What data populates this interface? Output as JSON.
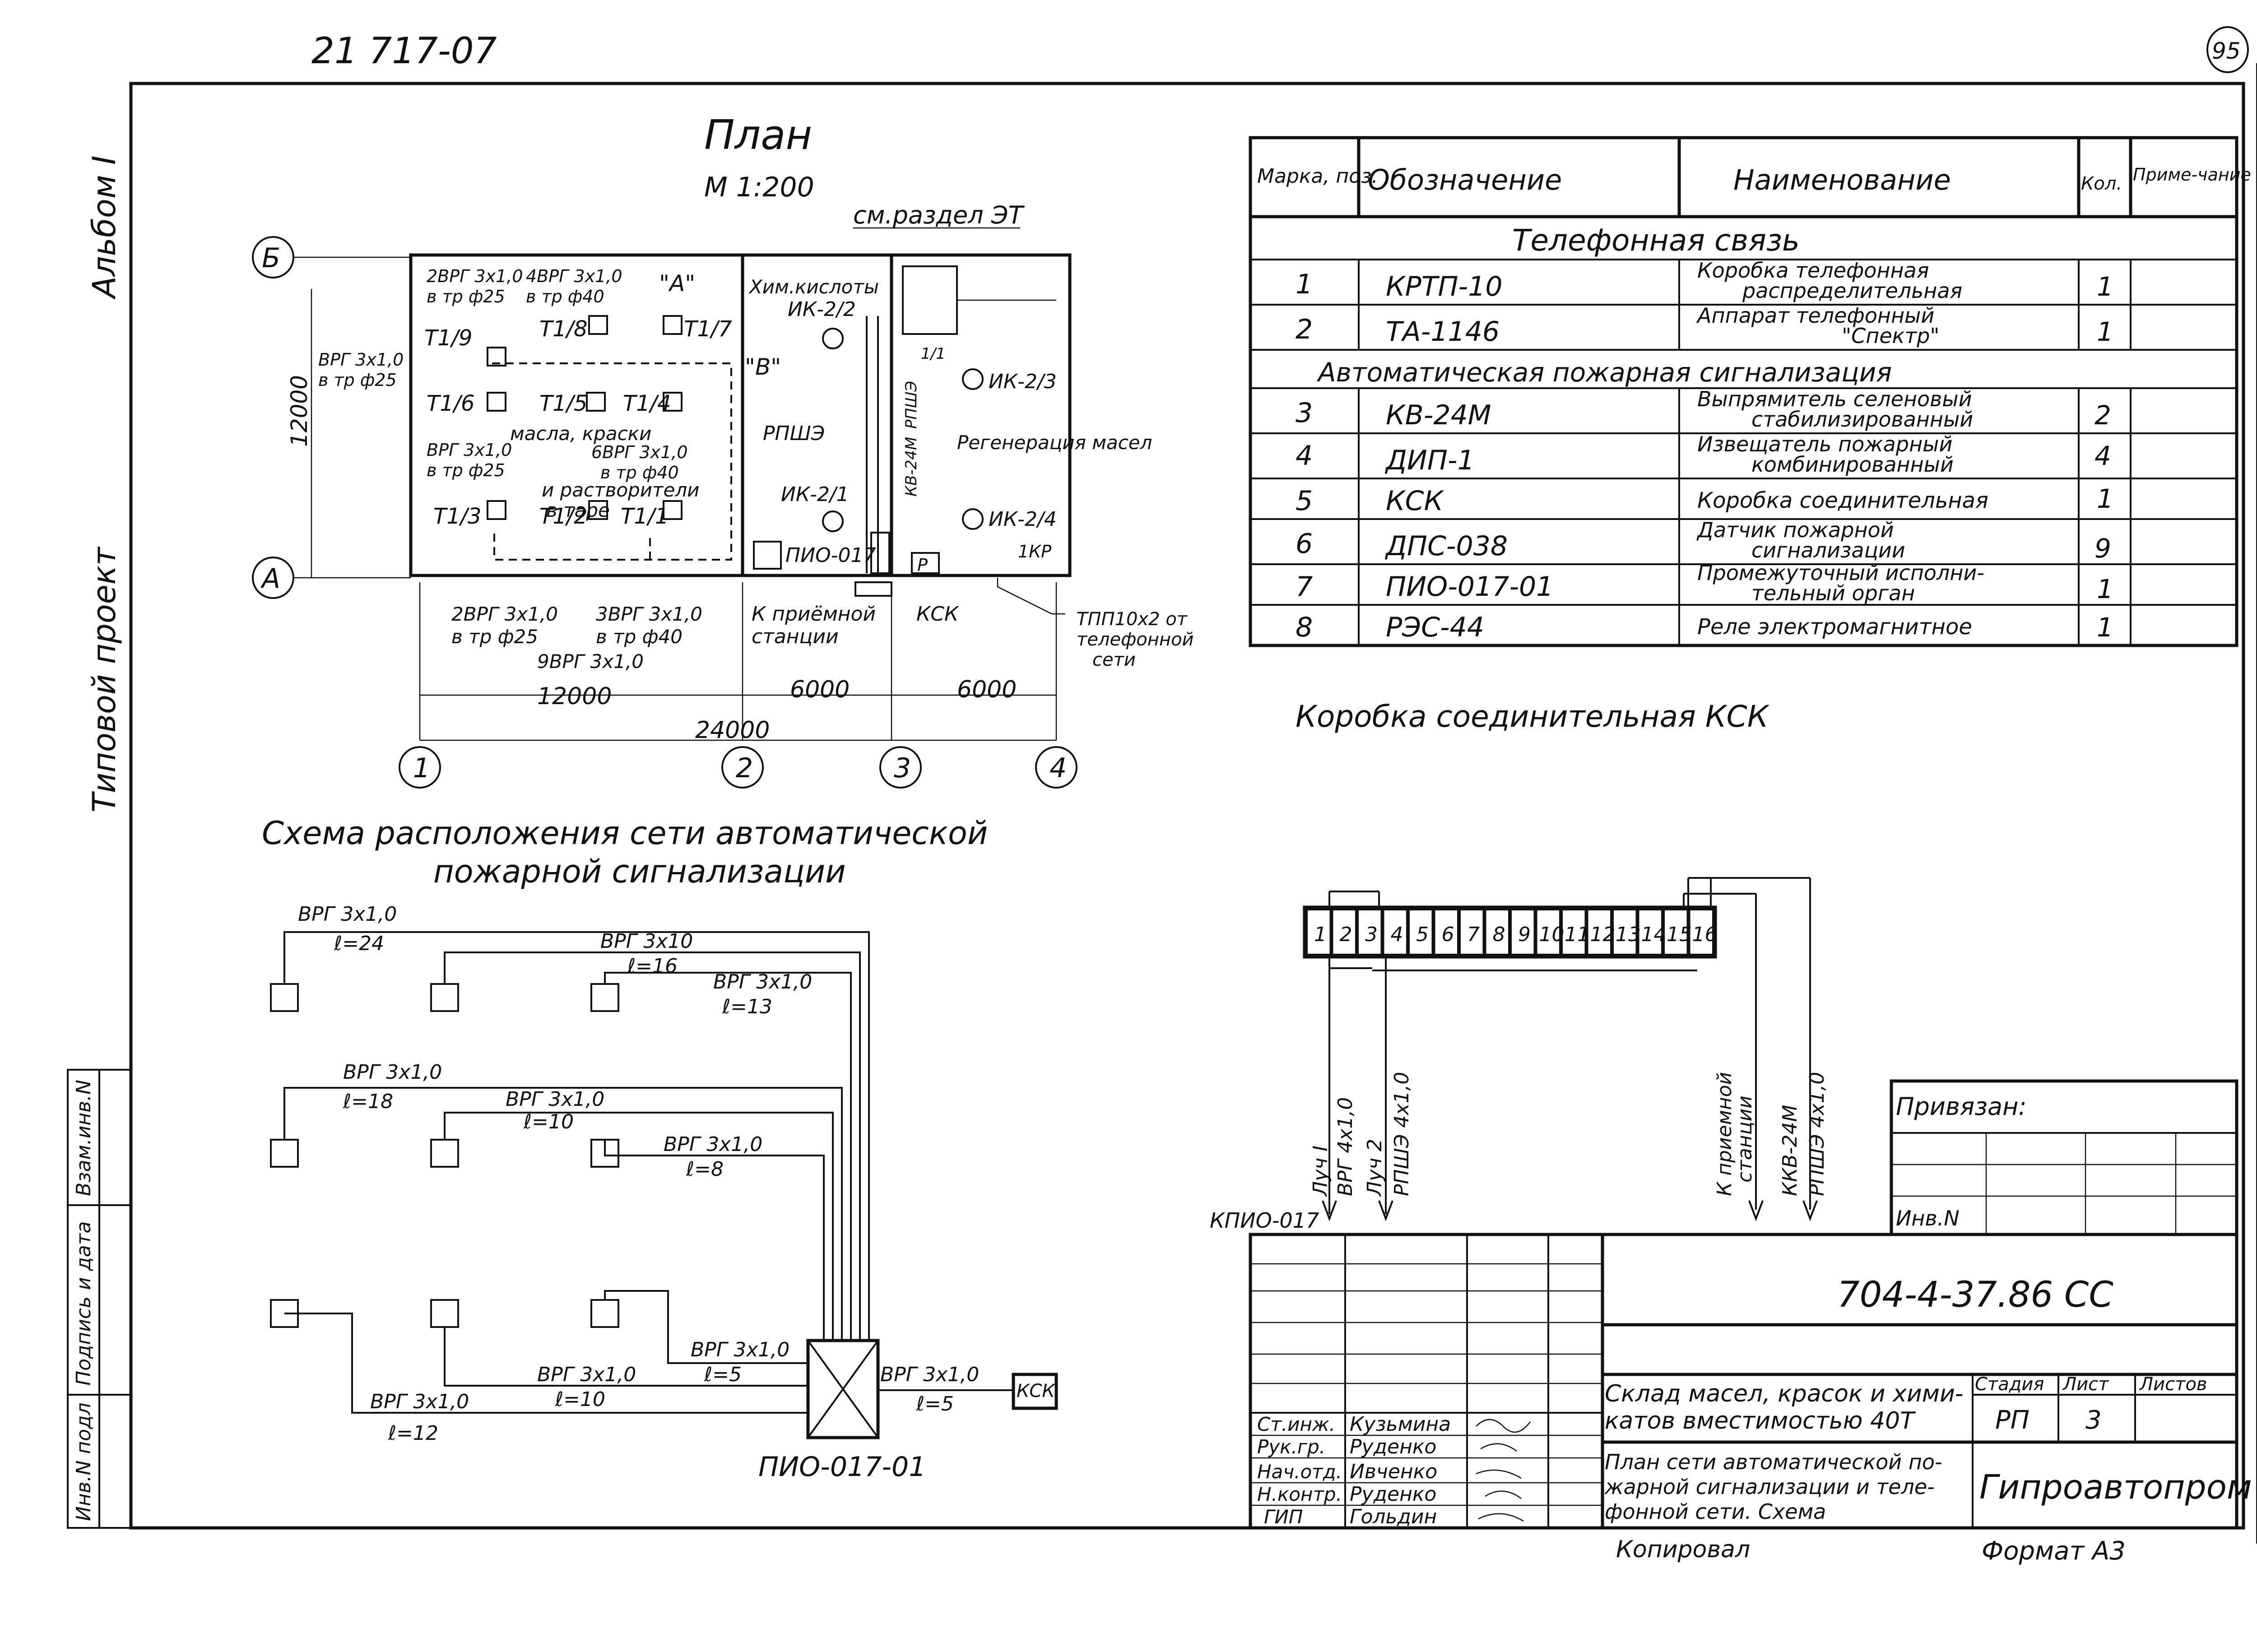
{
  "sheet": {
    "corner_code": "21 717-07",
    "page_number": "95",
    "side_album": "Альбом I",
    "side_project": "Типовой проект"
  },
  "left_strip": [
    "Инв.N подл",
    "Подпись и дата",
    "Взам.инв.N"
  ],
  "plan": {
    "title": "План",
    "scale": "М 1:200",
    "see_section": "см.раздел ЭТ",
    "axis_rows": [
      "Б",
      "А"
    ],
    "axis_cols": [
      "1",
      "2",
      "3",
      "4"
    ],
    "dim_height": "12000",
    "dims_bottom": [
      "12000",
      "6000",
      "6000"
    ],
    "dim_total": "24000",
    "room_labels": [
      "\"А\"",
      "\"В\""
    ],
    "room_names": [
      "Хим.кислоты",
      "масла, краски",
      "и растворители",
      "в таре",
      "Регенерация масел"
    ],
    "detectors": [
      "Т1/9",
      "Т1/8",
      "Т1/7",
      "Т1/6",
      "Т1/5",
      "Т1/4",
      "Т1/3",
      "Т1/2",
      "Т1/1"
    ],
    "ik": [
      "ИК-2/2",
      "ИК-2/3",
      "ИК-2/1",
      "ИК-2/4"
    ],
    "cables": [
      "2ВРГ 3х1,0",
      "в тр ф25",
      "4ВРГ 3х1,0",
      "в тр ф40",
      "ВРГ 3х1,0",
      "в тр ф25",
      "ВРГ 3х1,0",
      "в тр ф25",
      "6ВРГ 3х1,0",
      "в тр ф40",
      "2ВРГ 3х1,0",
      "в тр ф25",
      "3ВРГ 3х1,0",
      "в тр ф40",
      "9ВРГ 3х1,0"
    ],
    "equipment": [
      "РПШЭ",
      "РПШЭ",
      "КВ-24М",
      "ПИО-017",
      "КСК",
      "1КР",
      "Р",
      "1/1"
    ],
    "notes": [
      "К приёмной",
      "станции",
      "ТПП10х2 от",
      "телефонной",
      "сети"
    ]
  },
  "table": {
    "headers": [
      "Марка, поз.",
      "Обозначение",
      "Наименование",
      "Кол.",
      "Приме-чание"
    ],
    "section_1": "Телефонная связь",
    "section_2": "Автоматическая пожарная сигнализация",
    "rows": [
      {
        "pos": "1",
        "code": "КРТП-10",
        "name1": "Коробка телефонная",
        "name2": "распределительная",
        "qty": "1"
      },
      {
        "pos": "2",
        "code": "ТА-1146",
        "name1": "Аппарат телефонный",
        "name2": "\"Спектр\"",
        "qty": "1"
      },
      {
        "pos": "3",
        "code": "КВ-24М",
        "name1": "Выпрямитель селеновый",
        "name2": "стабилизированный",
        "qty": "2"
      },
      {
        "pos": "4",
        "code": "ДИП-1",
        "name1": "Извещатель пожарный",
        "name2": "комбинированный",
        "qty": "4"
      },
      {
        "pos": "5",
        "code": "КСК",
        "name1": "Коробка соединительная",
        "name2": "",
        "qty": "1"
      },
      {
        "pos": "6",
        "code": "ДПС-038",
        "name1": "Датчик пожарной",
        "name2": "сигнализации",
        "qty": "9"
      },
      {
        "pos": "7",
        "code": "ПИО-017-01",
        "name1": "Промежуточный исполни-",
        "name2": "тельный орган",
        "qty": "1"
      },
      {
        "pos": "8",
        "code": "РЭС-44",
        "name1": "Реле электромагнитное",
        "name2": "",
        "qty": "1"
      }
    ]
  },
  "ksk": {
    "title": "Коробка соединительная КСК",
    "terminals": [
      "1",
      "2",
      "3",
      "4",
      "5",
      "6",
      "7",
      "8",
      "9",
      "10",
      "11",
      "12",
      "13",
      "14",
      "15",
      "16"
    ],
    "leads": [
      {
        "a": "Луч I",
        "b": "ВРГ 4х1,0"
      },
      {
        "a": "Луч 2",
        "b": "РПШЭ 4х1,0"
      },
      {
        "a": "К приемной",
        "b": "станции"
      },
      {
        "a": "ККВ-24М",
        "b": "РПШЭ 4х1,0"
      }
    ],
    "from": "КПИО-017"
  },
  "scheme": {
    "title1": "Схема расположения сети автоматической",
    "title2": "пожарной сигнализации",
    "cables": [
      {
        "t": "ВРГ 3х1,0",
        "l": "ℓ=24"
      },
      {
        "t": "ВРГ 3х10",
        "l": "ℓ=16"
      },
      {
        "t": "ВРГ 3х1,0",
        "l": "ℓ=13"
      },
      {
        "t": "ВРГ 3х1,0",
        "l": "ℓ=18"
      },
      {
        "t": "ВРГ 3х1,0",
        "l": "ℓ=10"
      },
      {
        "t": "ВРГ 3х1,0",
        "l": "ℓ=8"
      },
      {
        "t": "ВРГ 3х1,0",
        "l": "ℓ=5"
      },
      {
        "t": "ВРГ 3х1,0",
        "l": "ℓ=10"
      },
      {
        "t": "ВРГ 3х1,0",
        "l": "ℓ=12"
      },
      {
        "t": "ВРГ 3х1,0",
        "l": "ℓ=5"
      }
    ],
    "device": "ПИО-017-01",
    "ksk": "КСК"
  },
  "title_block": {
    "bound": "Привязан:",
    "inv": "Инв.N",
    "doc_code": "704-4-37.86 СС",
    "object1": "Склад масел, красок и хими-",
    "object2": "катов вместимостью 40Т",
    "sheet_title1": "План сети автоматической по-",
    "sheet_title2": "жарной сигнализации и теле-",
    "sheet_title3": "фонной сети. Схема",
    "stage_h": "Стадия",
    "sheet_h": "Лист",
    "sheets_h": "Листов",
    "stage": "РП",
    "sheet": "3",
    "org": "Гипроавтопром",
    "roles": [
      "Ст.инж.",
      "Рук.гр.",
      "Нач.отд.",
      "Н.контр.",
      "ГИП"
    ],
    "names": [
      "Кузьмина",
      "Руденко",
      "Ивченко",
      "Руденко",
      "Гольдин"
    ],
    "copied": "Копировал",
    "format": "Формат А3"
  }
}
